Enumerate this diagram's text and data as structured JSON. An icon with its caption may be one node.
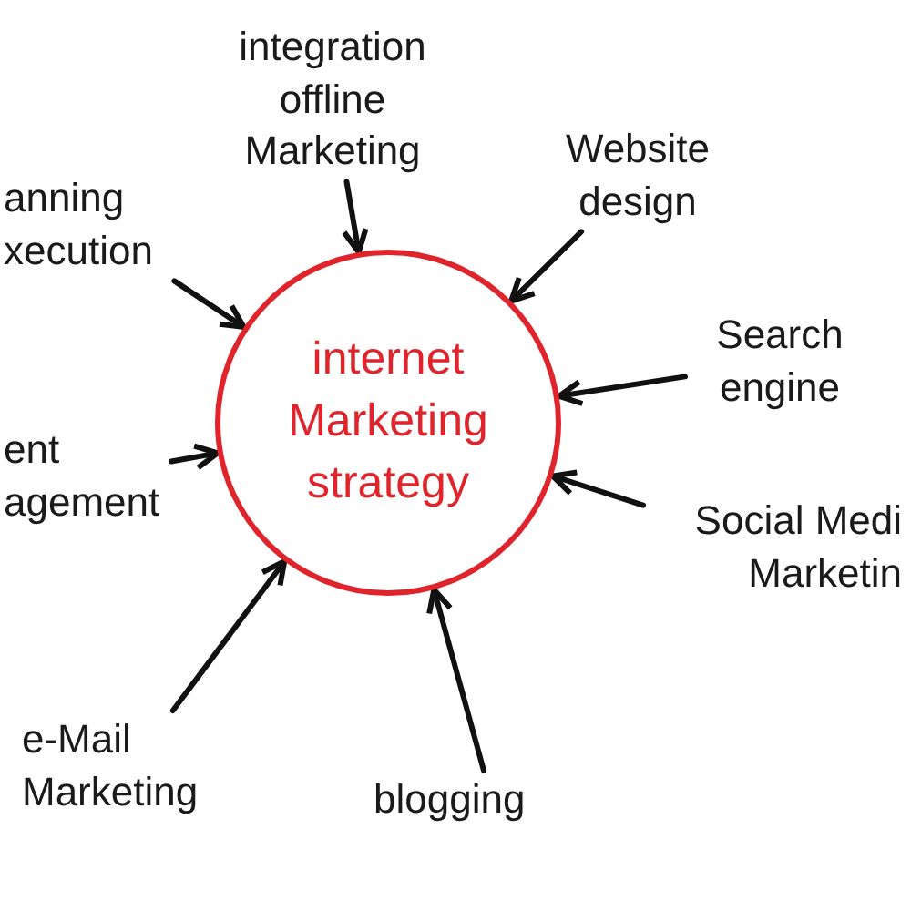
{
  "diagram": {
    "nodes": [
      {
        "text": [
          "internet Marketing strategy"
        ]
      },
      {
        "text": [
          "integration offline Marketing"
        ]
      },
      {
        "text": [
          "Website design"
        ]
      },
      {
        "text": [
          "anning xecution"
        ]
      },
      {
        "text": [
          "Search engine"
        ]
      },
      {
        "text": [
          "ent agement"
        ]
      },
      {
        "text": [
          "Social Medi Marketin"
        ]
      },
      {
        "text": [
          "e-Mail Marketing"
        ]
      },
      {
        "text": [
          "blogging"
        ]
      }
    ],
    "edges": [
      {
        "from": 1,
        "to": 0,
        "arrow": "to"
      },
      {
        "from": 2,
        "to": 0,
        "arrow": "to"
      },
      {
        "from": 3,
        "to": 0,
        "arrow": "to"
      },
      {
        "from": 4,
        "to": 0,
        "arrow": "to"
      },
      {
        "from": 5,
        "to": 0,
        "arrow": "to"
      },
      {
        "from": 6,
        "to": 0,
        "arrow": "to"
      },
      {
        "from": 7,
        "to": 0,
        "arrow": "to"
      },
      {
        "from": 8,
        "to": 0,
        "arrow": "to"
      }
    ]
  }
}
